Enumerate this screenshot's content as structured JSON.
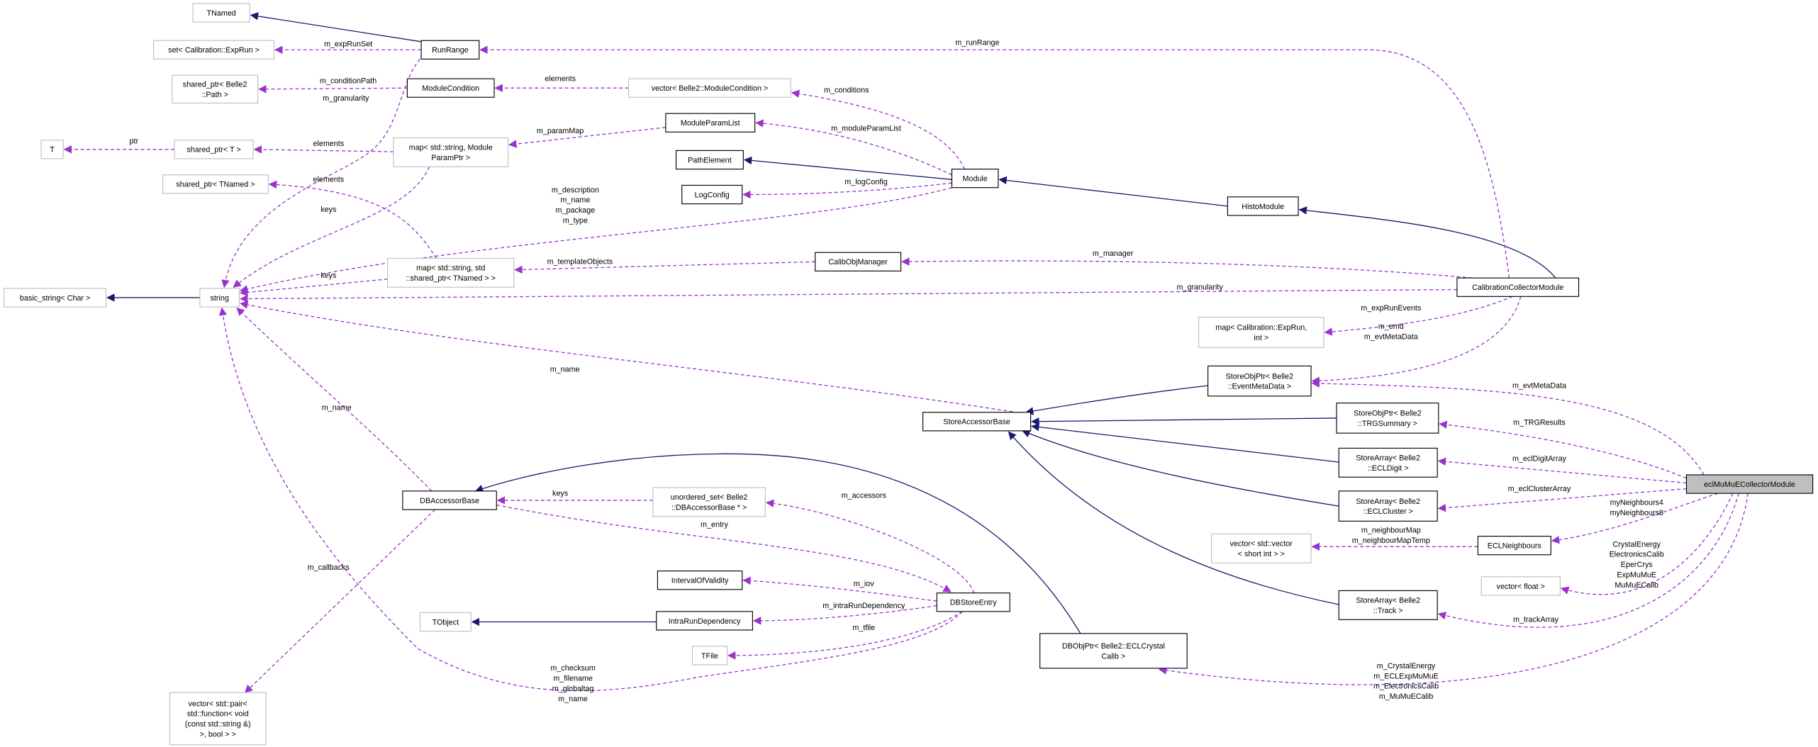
{
  "colors": {
    "inherit": "#191970",
    "use": "#9a32cd",
    "focus_fill": "#bfbfbf",
    "external_border": "#bfbfbf"
  },
  "nodes": [
    {
      "id": "TNamed",
      "lines": [
        "TNamed"
      ],
      "kind": "external"
    },
    {
      "id": "RunRange",
      "lines": [
        "RunRange"
      ],
      "kind": "documented"
    },
    {
      "id": "setExpRun",
      "lines": [
        "set< Calibration::ExpRun >"
      ],
      "kind": "external"
    },
    {
      "id": "sharedPath",
      "lines": [
        "shared_ptr< Belle2",
        "::Path >"
      ],
      "kind": "external"
    },
    {
      "id": "ModuleCondition",
      "lines": [
        "ModuleCondition"
      ],
      "kind": "documented"
    },
    {
      "id": "vecModCond",
      "lines": [
        "vector< Belle2::ModuleCondition >"
      ],
      "kind": "external"
    },
    {
      "id": "ModuleParamList",
      "lines": [
        "ModuleParamList"
      ],
      "kind": "documented"
    },
    {
      "id": "T",
      "lines": [
        "T"
      ],
      "kind": "external"
    },
    {
      "id": "sharedT",
      "lines": [
        "shared_ptr< T >"
      ],
      "kind": "external"
    },
    {
      "id": "mapParam",
      "lines": [
        "map< std::string, Module",
        "ParamPtr >"
      ],
      "kind": "external"
    },
    {
      "id": "PathElement",
      "lines": [
        "PathElement"
      ],
      "kind": "documented"
    },
    {
      "id": "sharedTNamed",
      "lines": [
        "shared_ptr< TNamed >"
      ],
      "kind": "external"
    },
    {
      "id": "LogConfig",
      "lines": [
        "LogConfig"
      ],
      "kind": "documented"
    },
    {
      "id": "Module",
      "lines": [
        "Module"
      ],
      "kind": "documented"
    },
    {
      "id": "HistoModule",
      "lines": [
        "HistoModule"
      ],
      "kind": "documented"
    },
    {
      "id": "CalibObjManager",
      "lines": [
        "CalibObjManager"
      ],
      "kind": "documented"
    },
    {
      "id": "mapTNamed",
      "lines": [
        "map< std::string, std",
        "::shared_ptr< TNamed > >"
      ],
      "kind": "external"
    },
    {
      "id": "basicString",
      "lines": [
        "basic_string< Char >"
      ],
      "kind": "external"
    },
    {
      "id": "string",
      "lines": [
        "string"
      ],
      "kind": "external"
    },
    {
      "id": "CCM",
      "lines": [
        "CalibrationCollectorModule"
      ],
      "kind": "documented"
    },
    {
      "id": "mapExpRun",
      "lines": [
        "map< Calibration::ExpRun,",
        "int >"
      ],
      "kind": "external"
    },
    {
      "id": "sopEMD",
      "lines": [
        "StoreObjPtr< Belle2",
        "::EventMetaData >"
      ],
      "kind": "documented"
    },
    {
      "id": "SAB",
      "lines": [
        "StoreAccessorBase"
      ],
      "kind": "documented"
    },
    {
      "id": "sopTRG",
      "lines": [
        "StoreObjPtr< Belle2",
        "::TRGSummary >"
      ],
      "kind": "documented"
    },
    {
      "id": "saDigit",
      "lines": [
        "StoreArray< Belle2",
        "::ECLDigit >"
      ],
      "kind": "documented"
    },
    {
      "id": "ecl",
      "lines": [
        "eclMuMuECollectorModule"
      ],
      "kind": "focus"
    },
    {
      "id": "saCluster",
      "lines": [
        "StoreArray< Belle2",
        "::ECLCluster >"
      ],
      "kind": "documented"
    },
    {
      "id": "DBAB",
      "lines": [
        "DBAccessorBase"
      ],
      "kind": "documented"
    },
    {
      "id": "uset",
      "lines": [
        "unordered_set< Belle2",
        "::DBAccessorBase * >"
      ],
      "kind": "external"
    },
    {
      "id": "vecShort",
      "lines": [
        "vector< std::vector",
        "< short int > >"
      ],
      "kind": "external"
    },
    {
      "id": "ECLNeighbours",
      "lines": [
        "ECLNeighbours"
      ],
      "kind": "documented"
    },
    {
      "id": "vecFloat",
      "lines": [
        "vector< float >"
      ],
      "kind": "external"
    },
    {
      "id": "IOV",
      "lines": [
        "IntervalOfValidity"
      ],
      "kind": "documented"
    },
    {
      "id": "DBStoreEntry",
      "lines": [
        "DBStoreEntry"
      ],
      "kind": "documented"
    },
    {
      "id": "saTrack",
      "lines": [
        "StoreArray< Belle2",
        "::Track >"
      ],
      "kind": "documented"
    },
    {
      "id": "TObject",
      "lines": [
        "TObject"
      ],
      "kind": "external"
    },
    {
      "id": "IRD",
      "lines": [
        "IntraRunDependency"
      ],
      "kind": "documented"
    },
    {
      "id": "TFile",
      "lines": [
        "TFile"
      ],
      "kind": "external"
    },
    {
      "id": "dbObj",
      "lines": [
        "DBObjPtr< Belle2::ECLCrystal",
        "Calib >"
      ],
      "kind": "documented"
    },
    {
      "id": "vecPair",
      "lines": [
        "vector< std::pair<",
        "std::function< void",
        "(const std::string &)",
        ">, bool > >"
      ],
      "kind": "external"
    }
  ],
  "edges": [
    {
      "from": "RunRange",
      "to": "TNamed",
      "type": "inherit",
      "label": []
    },
    {
      "from": "RunRange",
      "to": "setExpRun",
      "type": "use",
      "label": [
        "m_expRunSet"
      ]
    },
    {
      "from": "RunRange",
      "to": "string",
      "type": "use",
      "label": [
        "m_granularity"
      ]
    },
    {
      "from": "ModuleCondition",
      "to": "sharedPath",
      "type": "use",
      "label": [
        "m_conditionPath"
      ]
    },
    {
      "from": "vecModCond",
      "to": "ModuleCondition",
      "type": "use",
      "label": [
        "elements"
      ]
    },
    {
      "from": "Module",
      "to": "vecModCond",
      "type": "use",
      "label": [
        "m_conditions"
      ]
    },
    {
      "from": "Module",
      "to": "ModuleParamList",
      "type": "use",
      "label": [
        "m_moduleParamList"
      ]
    },
    {
      "from": "Module",
      "to": "PathElement",
      "type": "inherit",
      "label": []
    },
    {
      "from": "Module",
      "to": "LogConfig",
      "type": "use",
      "label": [
        "m_logConfig"
      ]
    },
    {
      "from": "Module",
      "to": "string",
      "type": "use",
      "label": [
        "m_description",
        "m_name",
        "m_package",
        "m_type"
      ]
    },
    {
      "from": "HistoModule",
      "to": "Module",
      "type": "inherit",
      "label": []
    },
    {
      "from": "CCM",
      "to": "HistoModule",
      "type": "inherit",
      "label": []
    },
    {
      "from": "CCM",
      "to": "RunRange",
      "type": "use",
      "label": [
        "m_runRange"
      ]
    },
    {
      "from": "ModuleParamList",
      "to": "mapParam",
      "type": "use",
      "label": [
        "m_paramMap"
      ]
    },
    {
      "from": "mapParam",
      "to": "sharedT",
      "type": "use",
      "label": [
        "elements"
      ]
    },
    {
      "from": "sharedT",
      "to": "T",
      "type": "use",
      "label": [
        "ptr"
      ]
    },
    {
      "from": "mapParam",
      "to": "string",
      "type": "use",
      "label": [
        "keys"
      ]
    },
    {
      "from": "mapTNamed",
      "to": "sharedTNamed",
      "type": "use",
      "label": [
        "elements"
      ]
    },
    {
      "from": "mapTNamed",
      "to": "string",
      "type": "use",
      "label": [
        "keys"
      ]
    },
    {
      "from": "CalibObjManager",
      "to": "mapTNamed",
      "type": "use",
      "label": [
        "m_templateObjects"
      ]
    },
    {
      "from": "CCM",
      "to": "CalibObjManager",
      "type": "use",
      "label": [
        "m_manager"
      ]
    },
    {
      "from": "CCM",
      "to": "string",
      "type": "use",
      "label": [
        "m_granularity"
      ]
    },
    {
      "from": "string",
      "to": "basicString",
      "type": "inherit",
      "label": []
    },
    {
      "from": "CCM",
      "to": "mapExpRun",
      "type": "use",
      "label": [
        "m_expRunEvents"
      ]
    },
    {
      "from": "CCM",
      "to": "sopEMD",
      "type": "use",
      "label": [
        "m_emd",
        "m_evtMetaData"
      ]
    },
    {
      "from": "ecl",
      "to": "sopEMD",
      "type": "use",
      "label": [
        "m_evtMetaData"
      ]
    },
    {
      "from": "SAB",
      "to": "string",
      "type": "use",
      "label": [
        "m_name"
      ]
    },
    {
      "from": "sopEMD",
      "to": "SAB",
      "type": "inherit",
      "label": []
    },
    {
      "from": "sopTRG",
      "to": "SAB",
      "type": "inherit",
      "label": []
    },
    {
      "from": "saDigit",
      "to": "SAB",
      "type": "inherit",
      "label": []
    },
    {
      "from": "saCluster",
      "to": "SAB",
      "type": "inherit",
      "label": []
    },
    {
      "from": "saTrack",
      "to": "SAB",
      "type": "inherit",
      "label": []
    },
    {
      "from": "ecl",
      "to": "sopTRG",
      "type": "use",
      "label": [
        "m_TRGResults"
      ]
    },
    {
      "from": "ecl",
      "to": "saDigit",
      "type": "use",
      "label": [
        "m_eclDigitArray"
      ]
    },
    {
      "from": "ecl",
      "to": "saCluster",
      "type": "use",
      "label": [
        "m_eclClusterArray"
      ]
    },
    {
      "from": "ecl",
      "to": "ECLNeighbours",
      "type": "use",
      "label": [
        "myNeighbours4",
        "myNeighbours8"
      ]
    },
    {
      "from": "ECLNeighbours",
      "to": "vecShort",
      "type": "use",
      "label": [
        "m_neighbourMap",
        "m_neighbourMapTemp"
      ]
    },
    {
      "from": "ecl",
      "to": "vecFloat",
      "type": "use",
      "label": [
        "CrystalEnergy",
        "ElectronicsCalib",
        "EperCrys",
        "ExpMuMuE",
        "MuMuECalib"
      ]
    },
    {
      "from": "ecl",
      "to": "saTrack",
      "type": "use",
      "label": [
        "m_trackArray"
      ]
    },
    {
      "from": "ecl",
      "to": "dbObj",
      "type": "use",
      "label": [
        "m_CrystalEnergy",
        "m_ECLExpMuMuE",
        "m_ElectronicsCalib",
        "m_MuMuECalib"
      ]
    },
    {
      "from": "dbObj",
      "to": "DBAB",
      "type": "inherit",
      "label": []
    },
    {
      "from": "DBAB",
      "to": "string",
      "type": "use",
      "label": [
        "m_name"
      ]
    },
    {
      "from": "DBStoreEntry",
      "to": "string",
      "type": "use",
      "label": [
        "m_checksum",
        "m_filename",
        "m_globaltag",
        "m_name"
      ]
    },
    {
      "from": "DBAB",
      "to": "vecPair",
      "type": "use",
      "label": [
        "m_callbacks"
      ]
    },
    {
      "from": "uset",
      "to": "DBAB",
      "type": "use",
      "label": [
        "keys"
      ]
    },
    {
      "from": "DBAB",
      "to": "DBStoreEntry",
      "type": "use",
      "label": [
        "m_entry"
      ]
    },
    {
      "from": "DBStoreEntry",
      "to": "uset",
      "type": "use",
      "label": [
        "m_accessors"
      ]
    },
    {
      "from": "DBStoreEntry",
      "to": "IOV",
      "type": "use",
      "label": [
        "m_iov"
      ]
    },
    {
      "from": "DBStoreEntry",
      "to": "IRD",
      "type": "use",
      "label": [
        "m_intraRunDependency"
      ]
    },
    {
      "from": "IRD",
      "to": "TObject",
      "type": "inherit",
      "label": []
    },
    {
      "from": "DBStoreEntry",
      "to": "TFile",
      "type": "use",
      "label": [
        "m_tfile"
      ]
    }
  ]
}
